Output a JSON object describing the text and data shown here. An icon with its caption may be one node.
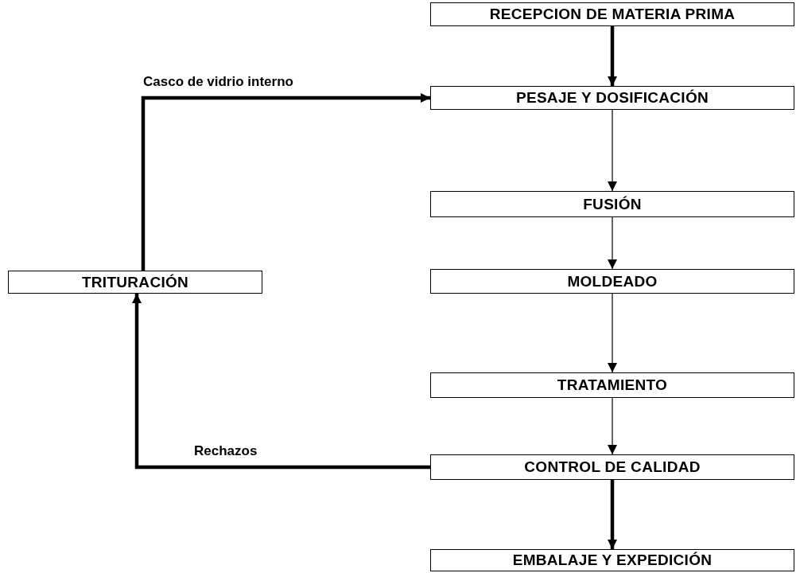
{
  "diagram": {
    "nodes": [
      {
        "text": [
          "RECEPCION DE MATERIA PRIMA"
        ]
      },
      {
        "text": [
          "PESAJE Y DOSIFICACIÓN"
        ]
      },
      {
        "text": [
          "FUSIÓN"
        ]
      },
      {
        "text": [
          "MOLDEADO"
        ]
      },
      {
        "text": [
          "TRATAMIENTO"
        ]
      },
      {
        "text": [
          "CONTROL DE CALIDAD"
        ]
      },
      {
        "text": [
          "EMBALAJE Y EXPEDICIÓN"
        ]
      },
      {
        "text": [
          "TRITURACIÓN"
        ]
      }
    ],
    "edges": [
      {
        "from": 0,
        "to": 1,
        "arrow": "to",
        "style": "thick"
      },
      {
        "from": 1,
        "to": 2,
        "arrow": "to"
      },
      {
        "from": 2,
        "to": 3,
        "arrow": "to"
      },
      {
        "from": 3,
        "to": 4,
        "arrow": "to"
      },
      {
        "from": 4,
        "to": 5,
        "arrow": "to"
      },
      {
        "from": 5,
        "to": 6,
        "arrow": "to",
        "style": "thick"
      },
      {
        "from": 5,
        "to": 7,
        "arrow": "to",
        "label": "Rechazos",
        "style": "thick"
      },
      {
        "from": 7,
        "to": 1,
        "arrow": "to",
        "label": "Casco de vidrio interno",
        "style": "thick"
      }
    ]
  }
}
